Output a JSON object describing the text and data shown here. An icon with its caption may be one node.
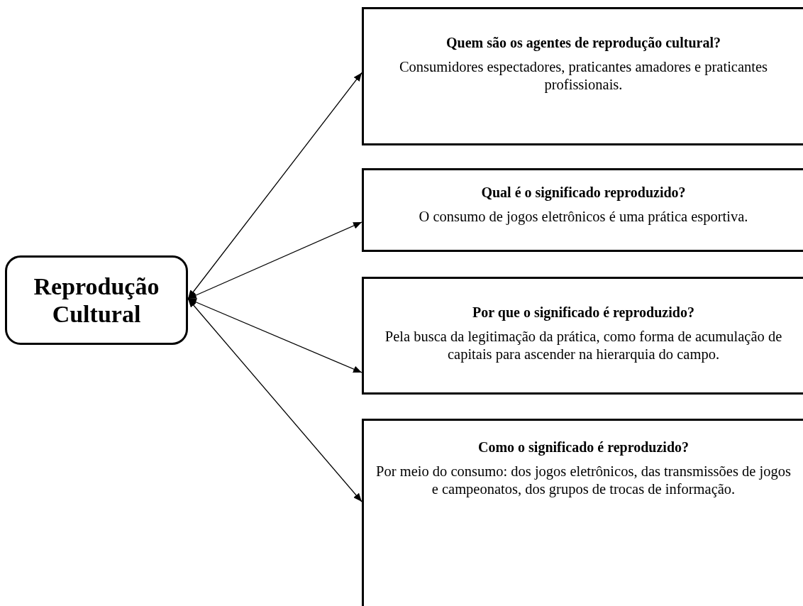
{
  "diagram": {
    "nodes": [
      {
        "text": [
          "Reprodução Cultural"
        ]
      },
      {
        "text": [
          "Quem são os agentes de reprodução cultural?",
          "Consumidores espectadores, praticantes amadores e praticantes profissionais."
        ]
      },
      {
        "text": [
          "Qual é o significado reproduzido?",
          "O consumo de jogos eletrônicos é uma prática esportiva."
        ]
      },
      {
        "text": [
          "Por que o significado é reproduzido?",
          "Pela busca da legitimação da prática, como forma de acumulação de capitais para ascender na hierarquia do campo."
        ]
      },
      {
        "text": [
          "Como o significado é reproduzido?",
          "Por meio do consumo: dos jogos eletrônicos, das transmissões de jogos e campeonatos, dos grupos de trocas de informação."
        ]
      }
    ],
    "edges": [
      {
        "from": 0,
        "to": 1,
        "arrow": "both"
      },
      {
        "from": 0,
        "to": 2,
        "arrow": "both"
      },
      {
        "from": 0,
        "to": 3,
        "arrow": "both"
      },
      {
        "from": 0,
        "to": 4,
        "arrow": "both"
      }
    ]
  }
}
